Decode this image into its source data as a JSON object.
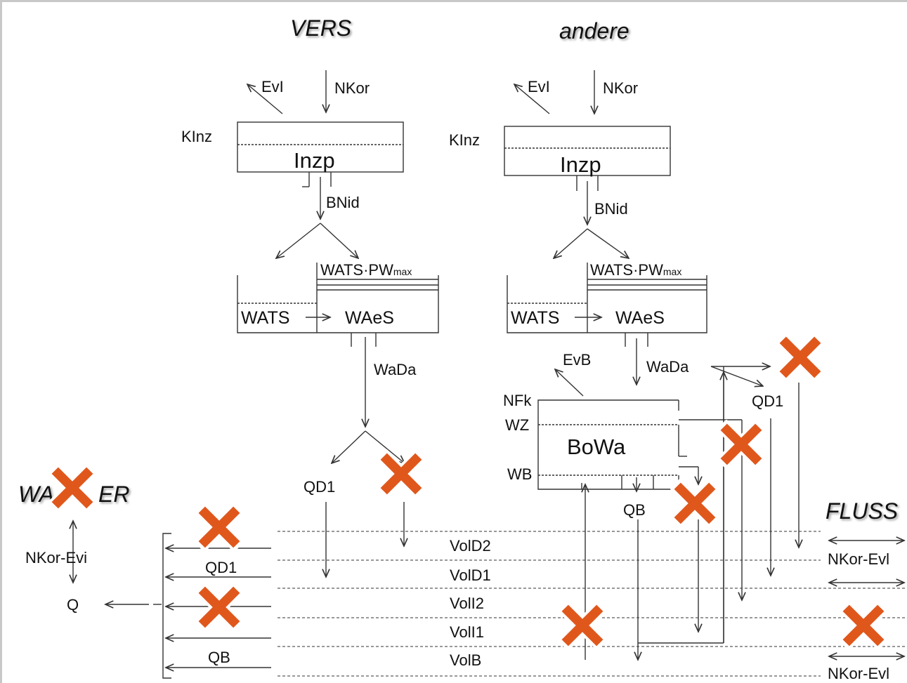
{
  "headers": {
    "vers": "VERS",
    "andere": "andere",
    "wasser_partial": "WA",
    "wasser_tail": "ER",
    "fluss": "FLUSS"
  },
  "vers": {
    "evi": "EvI",
    "nkor": "NKor",
    "kinz": "KInz",
    "inzp": "Inzp",
    "bnid": "BNid",
    "wats_pw": "WATS·PW",
    "max": "max",
    "wats": "WATS",
    "waes": "WAeS",
    "wada": "WaDa",
    "qd1": "QD1"
  },
  "andere": {
    "evi": "EvI",
    "nkor": "NKor",
    "kinz": "KInz",
    "inzp": "Inzp",
    "bnid": "BNid",
    "wats_pw": "WATS·PW",
    "max": "max",
    "wats": "WATS",
    "waes": "WAeS",
    "evb": "EvB",
    "wada": "WaDa",
    "qd1": "QD1",
    "nfk": "NFk",
    "wz": "WZ",
    "bowa": "BoWa",
    "wb": "WB",
    "qb": "QB"
  },
  "wasser": {
    "nkor_evi": "NKor-Evi",
    "q": "Q"
  },
  "layers": {
    "vold2": "VolD2",
    "vold1": "VolD1",
    "voli2": "VolI2",
    "voli1": "VolI1",
    "volb": "VolB",
    "qd1": "QD1",
    "qb": "QB"
  },
  "fluss": {
    "nkor_evl_1": "NKor-Evl",
    "nkor_evl_2": "NKor-Evl"
  },
  "colors": {
    "cross": "#e0571c",
    "cross_outline": "#ffffff",
    "line": "#333333",
    "text": "#111111"
  }
}
